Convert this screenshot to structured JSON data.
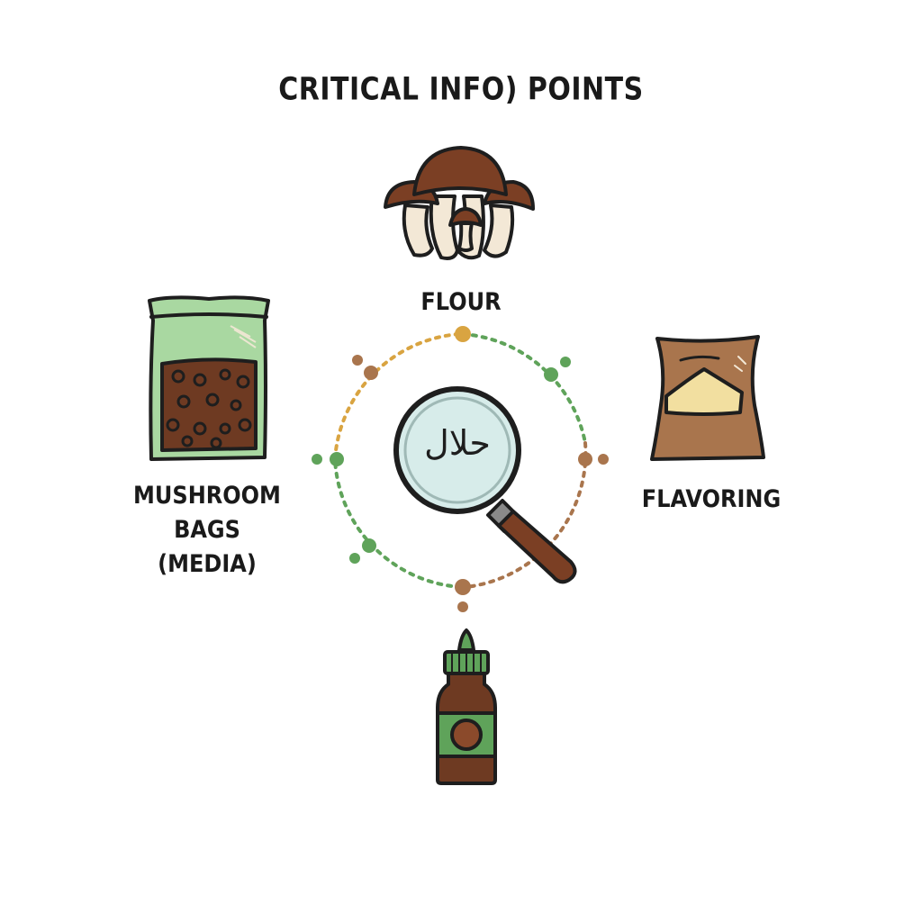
{
  "title": "CRITICAL INFO) POINTS",
  "center": {
    "symbol": "حلال",
    "icon": "magnifying-glass-icon"
  },
  "items": [
    {
      "label": "FLOUR",
      "icon": "mushroom-cluster-icon"
    },
    {
      "label": "FLAVORING",
      "icon": "flour-sack-icon"
    },
    {
      "label_line1": "MUSHROOM BAGS",
      "label_line2": "(MEDIA)",
      "icon": "grow-bag-icon"
    },
    {
      "label": "",
      "icon": "dropper-bottle-icon"
    }
  ],
  "colors": {
    "brown": "#8B4A2B",
    "dark_brown": "#5C3320",
    "green": "#5FA35A",
    "light_green": "#A9D8A1",
    "gold": "#D9A441",
    "tan": "#A9754D",
    "glass": "#D7ECEA",
    "outline": "#1E1E1E"
  }
}
